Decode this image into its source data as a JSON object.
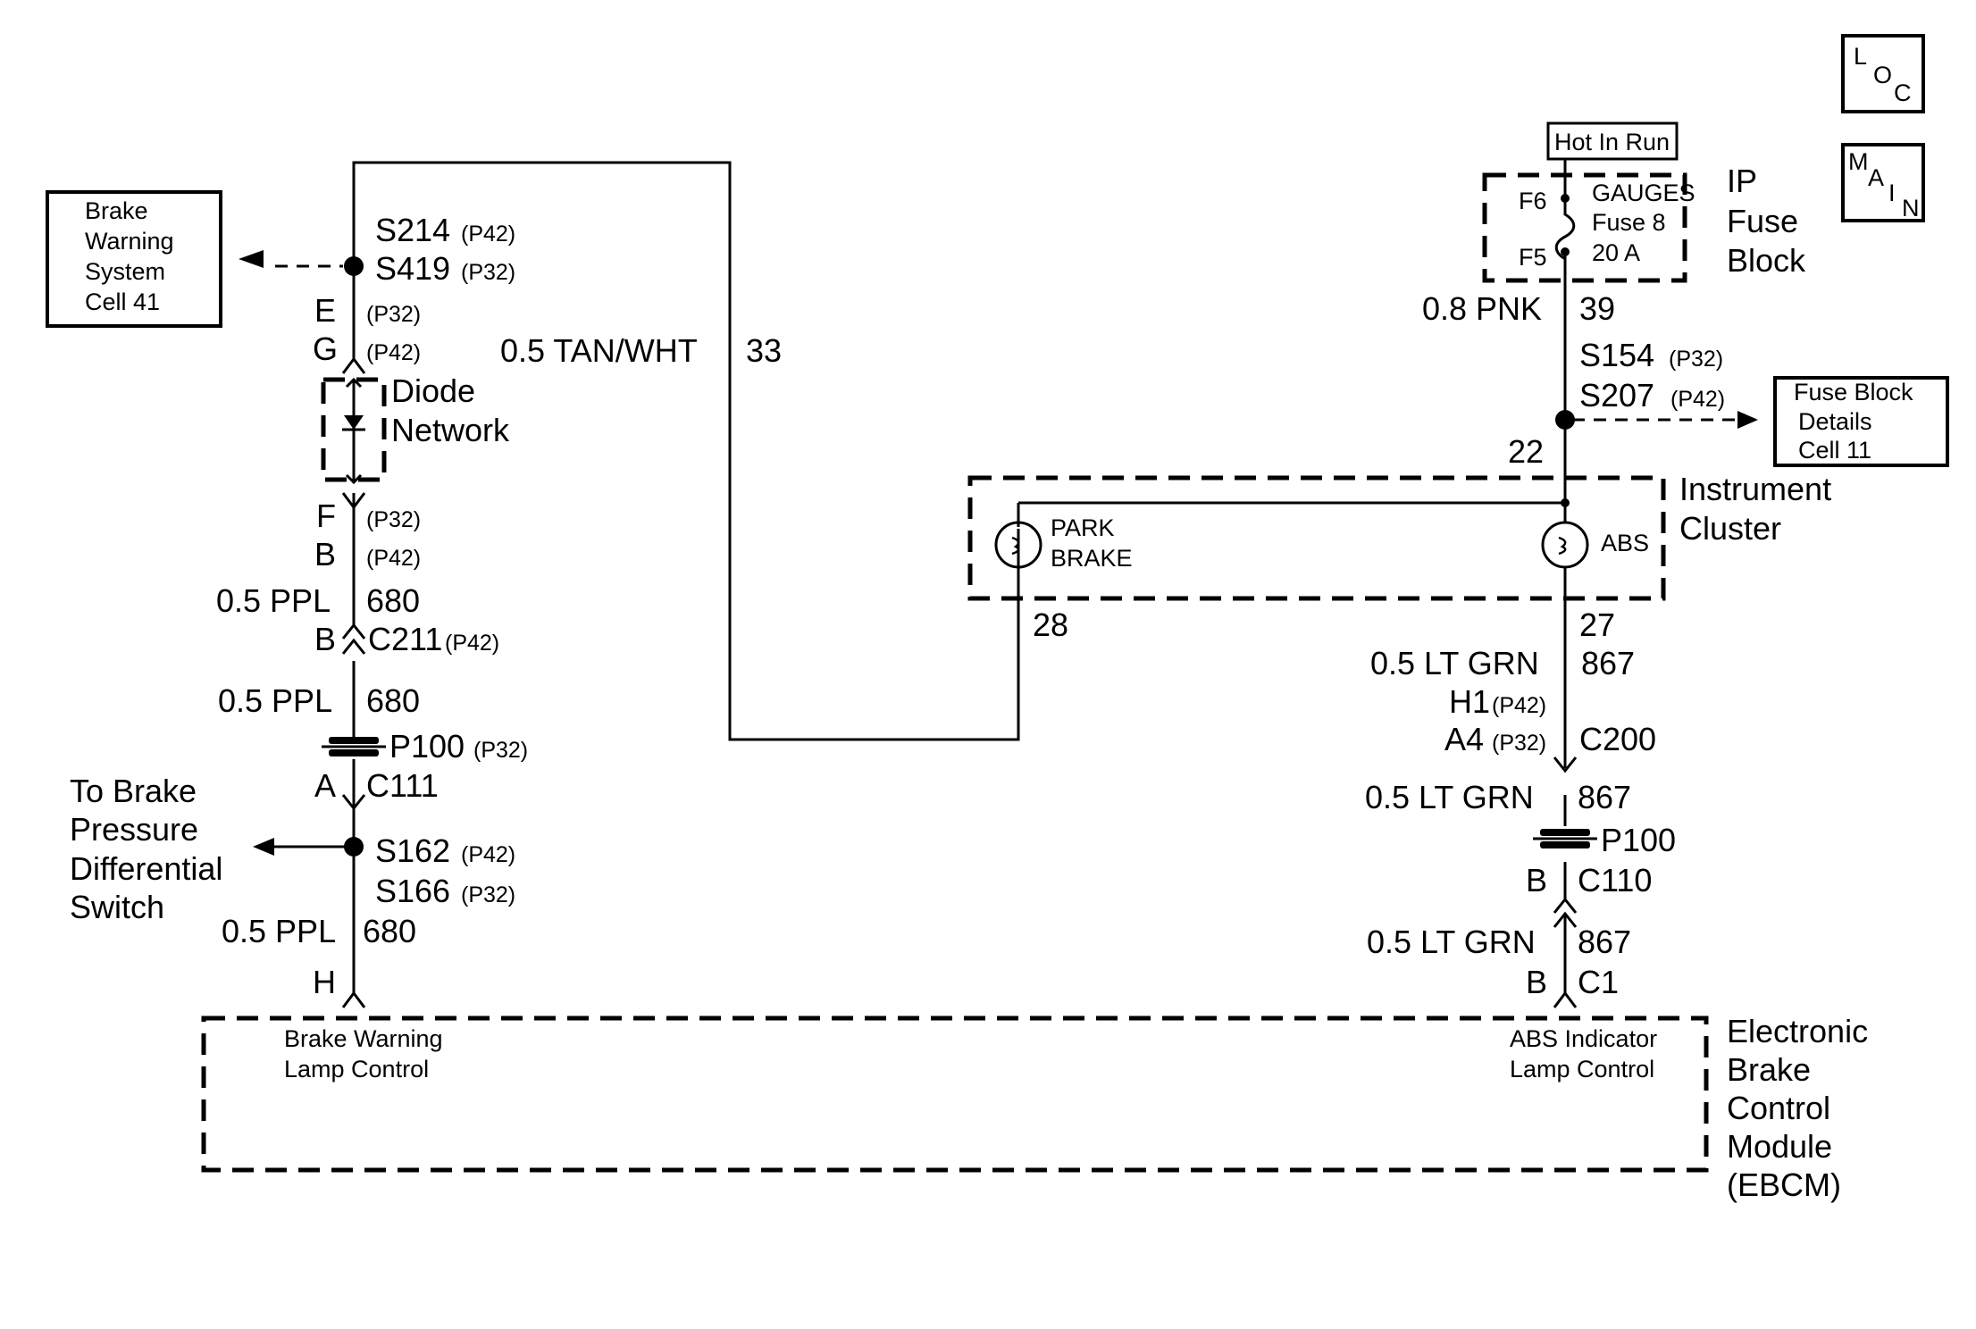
{
  "loc_button": {
    "l": "L",
    "o": "O",
    "c": "C"
  },
  "main_button": {
    "m": "M",
    "a": "A",
    "i": "I",
    "n": "N"
  },
  "brake_warning_ref": [
    "Brake",
    "Warning",
    "System",
    "Cell 41"
  ],
  "fuse_block_ref": [
    "Fuse Block",
    "Details",
    "Cell 11"
  ],
  "hot_in_run": "Hot In Run",
  "ip_fuse_block": {
    "title": [
      "IP",
      "Fuse",
      "Block"
    ],
    "f6": "F6",
    "f5": "F5",
    "fuse": [
      "GAUGES",
      "Fuse 8",
      "20 A"
    ]
  },
  "left_circuit": {
    "s214": "S214",
    "s214_note": "(P42)",
    "s419": "S419",
    "s419_note": "(P32)",
    "pin_e": "E",
    "pin_e_note": "(P32)",
    "pin_g": "G",
    "pin_g_note": "(P42)",
    "diode_network": [
      "Diode",
      "Network"
    ],
    "pin_f": "F",
    "pin_f_note": "(P32)",
    "pin_b1": "B",
    "pin_b1_note": "(P42)",
    "wire1": "0.5 PPL",
    "wire1_num": "680",
    "pin_b2": "B",
    "c211": "C211",
    "c211_note": "(P42)",
    "wire2": "0.5 PPL",
    "wire2_num": "680",
    "p100": "P100",
    "p100_note": "(P32)",
    "pin_a": "A",
    "c111": "C111",
    "to_switch": [
      "To Brake",
      "Pressure",
      "Differential",
      "Switch"
    ],
    "s162": "S162",
    "s162_note": "(P42)",
    "s166": "S166",
    "s166_note": "(P32)",
    "wire3": "0.5 PPL",
    "wire3_num": "680",
    "pin_h": "H"
  },
  "mid_circuit": {
    "wire": "0.5 TAN/WHT",
    "num": "33"
  },
  "right_circuit": {
    "wire_pnk": "0.8 PNK",
    "wire_pnk_num": "39",
    "s154": "S154",
    "s154_note": "(P32)",
    "s207": "S207",
    "s207_note": "(P42)",
    "pin_22": "22",
    "instrument_cluster": [
      "Instrument",
      "Cluster"
    ],
    "park_brake": [
      "PARK",
      "BRAKE"
    ],
    "abs": "ABS",
    "pin_28": "28",
    "pin_27": "27",
    "wire1": "0.5 LT GRN",
    "wire1_num": "867",
    "h1": "H1",
    "h1_note": "(P42)",
    "a4": "A4",
    "a4_note": "(P32)",
    "c200": "C200",
    "wire2": "0.5 LT GRN",
    "wire2_num": "867",
    "p100": "P100",
    "pin_b1": "B",
    "c110": "C110",
    "wire3": "0.5 LT GRN",
    "wire3_num": "867",
    "pin_b2": "B",
    "c1": "C1"
  },
  "ebcm": {
    "title": [
      "Electronic",
      "Brake",
      "Control",
      "Module",
      "(EBCM)"
    ],
    "left_label": [
      "Brake Warning",
      "Lamp Control"
    ],
    "right_label": [
      "ABS Indicator",
      "Lamp Control"
    ]
  }
}
